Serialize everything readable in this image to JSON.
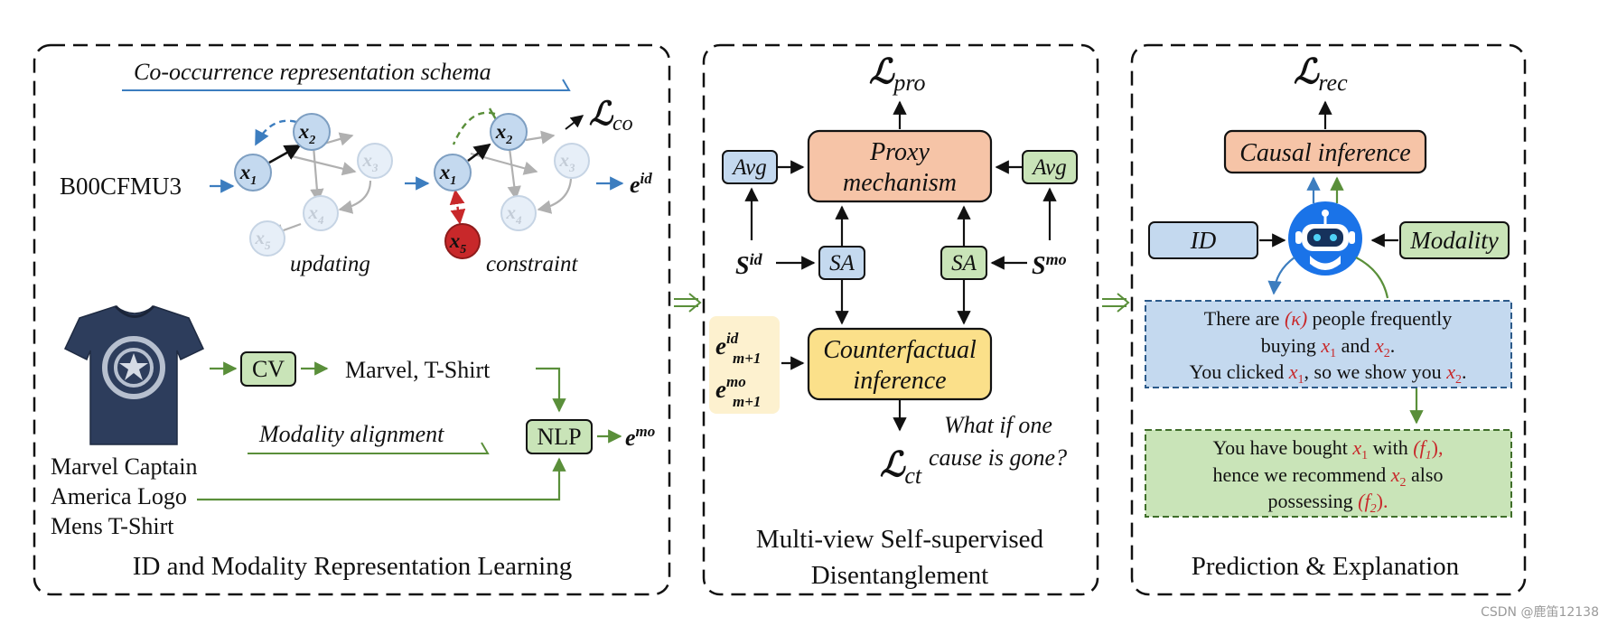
{
  "panels": {
    "left": {
      "title": "ID and Modality Representation Learning"
    },
    "middle": {
      "title_line1": "Multi-view Self-supervised",
      "title_line2": "Disentanglement"
    },
    "right": {
      "title": "Prediction & Explanation"
    }
  },
  "left": {
    "schema_label": "Co-occurrence representation schema",
    "item_id": "B00CFMU3",
    "nodes": {
      "x1": "x",
      "x1_sub": "1",
      "x2": "x",
      "x2_sub": "2",
      "x3": "x",
      "x3_sub": "3",
      "x4": "x",
      "x4_sub": "4",
      "x5": "x",
      "x5_sub": "5"
    },
    "updating_label": "updating",
    "constraint_label": "constraint",
    "loss_co": "ℒ",
    "loss_co_sub": "co",
    "e_id": "e",
    "e_id_sup": "id",
    "cv_label": "CV",
    "cv_output": "Marvel, T-Shirt",
    "modality_alignment": "Modality alignment",
    "nlp_label": "NLP",
    "e_mo": "e",
    "e_mo_sup": "mo",
    "product_title": [
      "Marvel Captain",
      "America Logo",
      "Mens T-Shirt"
    ]
  },
  "middle": {
    "loss_pro": "ℒ",
    "loss_pro_sub": "pro",
    "avg_left": "Avg",
    "avg_right": "Avg",
    "proxy_line1": "Proxy",
    "proxy_line2": "mechanism",
    "sa_left": "SA",
    "sa_right": "SA",
    "s_id": "S",
    "s_id_sup": "id",
    "s_mo": "S",
    "s_mo_sup": "mo",
    "e_id_m1": "e",
    "e_id_m1_sup": "id",
    "e_id_m1_sub": "m+1",
    "e_mo_m1": "e",
    "e_mo_m1_sup": "mo",
    "e_mo_m1_sub": "m+1",
    "cf_line1": "Counterfactual",
    "cf_line2": "inference",
    "loss_ct": "ℒ",
    "loss_ct_sub": "ct",
    "whatif_line1": "What if one",
    "whatif_line2": "cause is gone?"
  },
  "right": {
    "loss_rec": "ℒ",
    "loss_rec_sub": "rec",
    "causal": "Causal inference",
    "id_label": "ID",
    "modality_label": "Modality",
    "expl1": {
      "l1a": "There are ",
      "l1b": "(κ)",
      "l1c": " people frequently",
      "l2a": "buying ",
      "l2x": "x",
      "l2s": "1",
      "l2b": " and ",
      "l2x2": "x",
      "l2s2": "2",
      "l2c": ".",
      "l3a": "You clicked ",
      "l3x": "x",
      "l3s": "1",
      "l3b": ", so we show you ",
      "l3x2": "x",
      "l3s2": "2",
      "l3c": "."
    },
    "expl2": {
      "l1a": "You have bought ",
      "l1x": "x",
      "l1s": "1",
      "l1b": " with ",
      "l1c": "(f",
      "l1cs": "1",
      "l1d": "),",
      "l2a": "hence we recommend ",
      "l2x": "x",
      "l2s": "2",
      "l2b": " also",
      "l3a": "possessing ",
      "l3c": "(f",
      "l3cs": "2",
      "l3d": ")."
    }
  },
  "watermark": "CSDN @鹿笛12138",
  "colors": {
    "blue_arrow": "#3c7dbf",
    "green_arrow": "#5a8f3a",
    "red": "#c8282a",
    "proxy_fill": "#f6c4a7",
    "cf_fill": "#fbe08a",
    "blue_fill": "#c4d9ef",
    "green_fill": "#c9e4b8",
    "e_fill": "#fdf1cf",
    "robot_blue": "#1a73e8"
  }
}
